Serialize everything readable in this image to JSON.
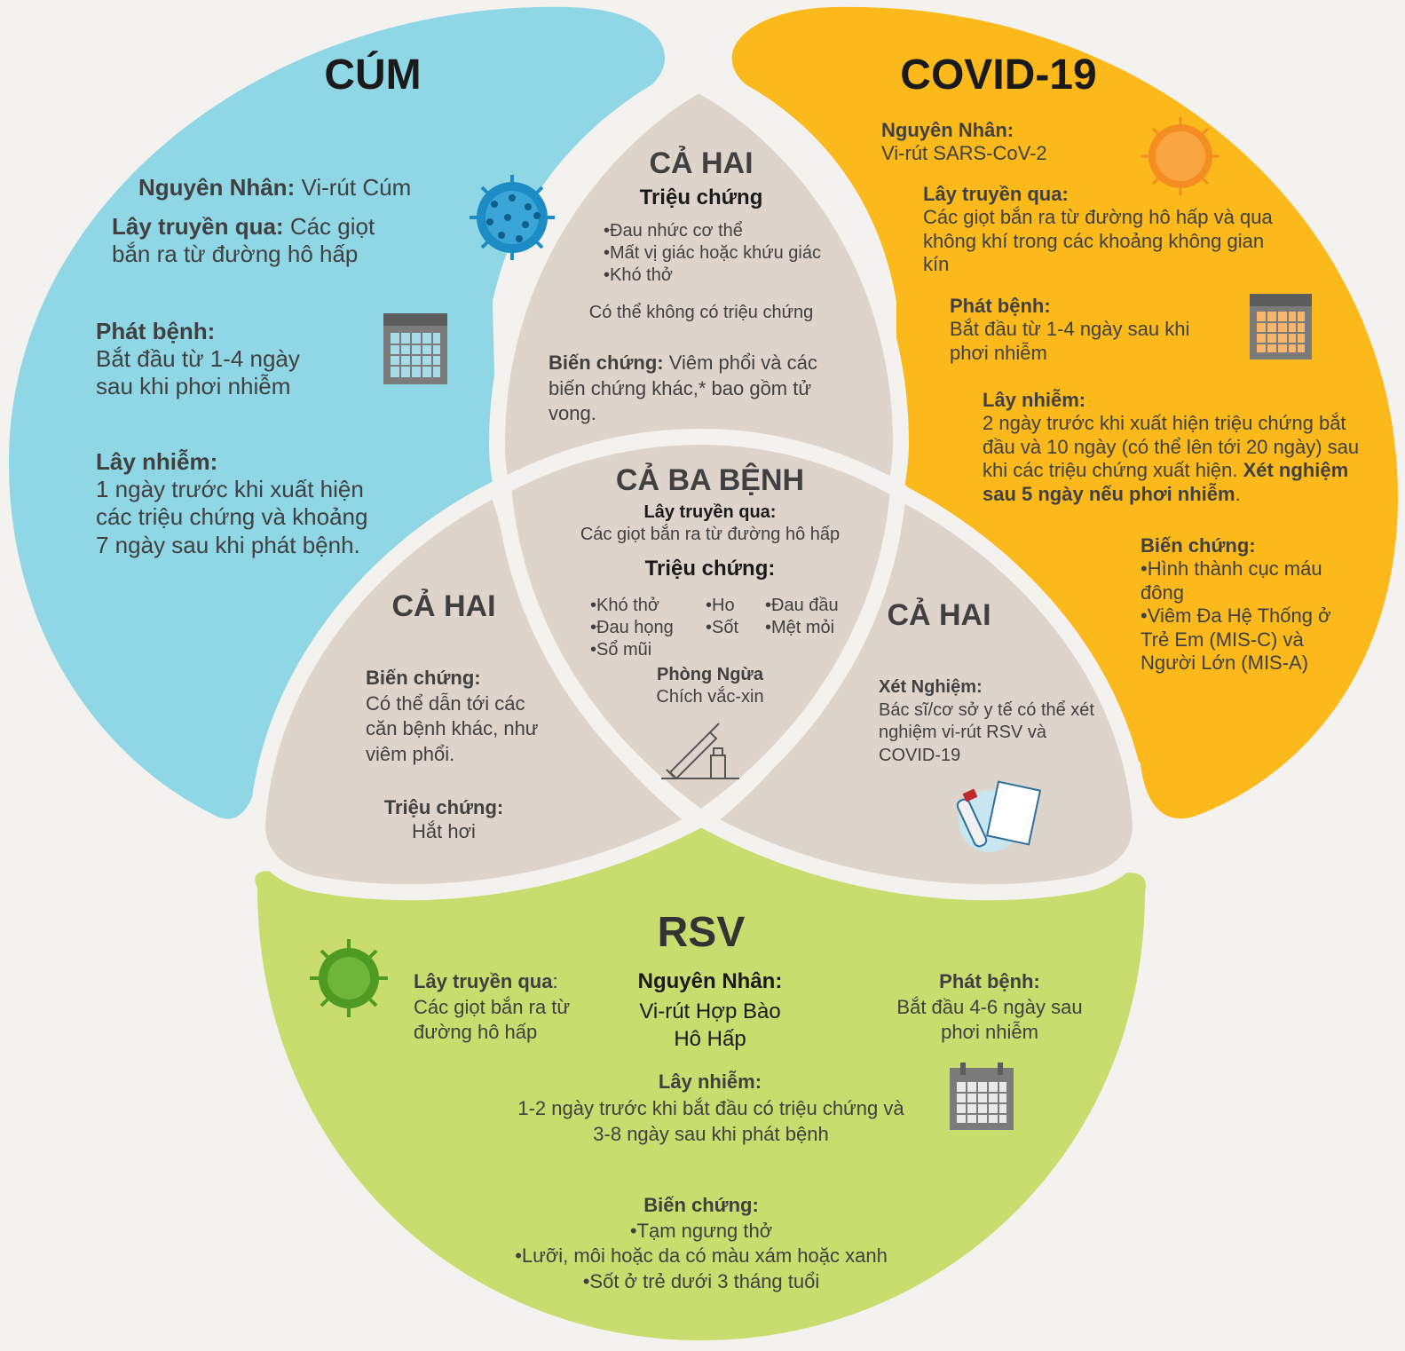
{
  "colors": {
    "background": "#f4f2ee",
    "flu": "#8fd7e5",
    "covid": "#fbb91b",
    "rsv": "#c8dd6e",
    "overlap": "#ddd5cc",
    "overlap_stroke": "#f4f2ee"
  },
  "flu": {
    "title": "CÚM",
    "cause_label": "Nguyên Nhân:",
    "cause_value": " Vi-rút Cúm",
    "transmission_label": "Lây truyền qua:",
    "transmission_value": " Các giọt bắn ra từ đường hô hấp",
    "onset_label": "Phát bệnh:",
    "onset_value": "Bắt đầu từ 1-4 ngày sau khi phơi nhiễm",
    "contagious_label": "Lây nhiễm:",
    "contagious_value": "1 ngày trước khi xuất hiện các triệu chứng và khoảng 7 ngày sau khi phát bệnh.",
    "icons": [
      "virus-icon",
      "calendar-icon"
    ]
  },
  "covid": {
    "title": "COVID-19",
    "cause_label": "Nguyên Nhân:",
    "cause_value": "Vi-rút SARS-CoV-2",
    "transmission_label": "Lây truyền qua:",
    "transmission_value": "Các giọt bắn ra từ đường hô hấp và qua không khí trong các khoảng không gian kín",
    "onset_label": "Phát bệnh:",
    "onset_value": "Bắt đầu từ 1-4 ngày sau khi phơi nhiễm",
    "contagious_label": "Lây nhiễm:",
    "contagious_value": "2 ngày trước khi xuất hiện triệu chứng bắt đầu và 10 ngày (có thể lên tới 20 ngày) sau khi các triệu chứng xuất hiện. ",
    "contagious_bold": "Xét nghiệm sau 5 ngày nếu phơi nhiễm",
    "contagious_end": ".",
    "complications_label": "Biến chứng:",
    "complications_items": [
      "•Hình thành cục máu đông",
      "•Viêm Đa Hệ Thống ở Trẻ Em (MIS-C) và Người Lớn (MIS-A)"
    ],
    "icons": [
      "virus-icon",
      "calendar-icon"
    ]
  },
  "flu_covid": {
    "title": "CẢ HAI",
    "symptoms_label": "Triệu chứng",
    "symptoms": [
      "•Đau nhức cơ thể",
      "•Mất vị giác hoặc khứu giác",
      "•Khó thở"
    ],
    "note": "Có thể không có triệu chứng",
    "complications_label": "Biến chứng:",
    "complications_value": " Viêm phổi và các biến chứng khác,* bao gồm tử vong."
  },
  "flu_rsv": {
    "title": "CẢ HAI",
    "complications_label": "Biến chứng:",
    "complications_value": "Có thể dẫn tới các căn bệnh khác, như viêm phổi.",
    "symptoms_label": "Triệu chứng:",
    "symptoms_value": "Hắt hơi"
  },
  "covid_rsv": {
    "title": "CẢ HAI",
    "testing_label": "Xét Nghiệm:",
    "testing_value": "Bác sĩ/cơ sở y tế có thể xét nghiệm vi-rút RSV và COVID-19",
    "icons": [
      "test-tube-report-icon"
    ]
  },
  "all_three": {
    "title": "CẢ BA BỆNH",
    "transmission_label": "Lây truyền qua:",
    "transmission_value": "Các giọt bắn ra từ đường hô hấp",
    "symptoms_label": "Triệu chứng:",
    "symptoms_col1": [
      "•Khó thở",
      "•Đau họng",
      "•Sổ mũi"
    ],
    "symptoms_col2": [
      "•Ho",
      "•Sốt"
    ],
    "symptoms_col3": [
      "•Đau đầu",
      "•Mệt mỏi"
    ],
    "prevention_label": "Phòng Ngừa",
    "prevention_value": "Chích vắc-xin",
    "icons": [
      "syringe-vial-icon"
    ]
  },
  "rsv": {
    "title": "RSV",
    "transmission_label": "Lây truyền qua",
    "transmission_colon": ":",
    "transmission_value": "Các giọt bắn ra từ đường hô hấp",
    "cause_label": "Nguyên Nhân:",
    "cause_value": "Vi-rút Hợp Bào Hô Hấp",
    "onset_label": "Phát bệnh:",
    "onset_value": "Bắt đầu 4-6 ngày sau phơi nhiễm",
    "contagious_label": "Lây nhiễm:",
    "contagious_value": "1-2 ngày trước khi bắt đầu có triệu chứng và 3-8 ngày sau khi phát bệnh",
    "complications_label": "Biến chứng:",
    "complications_items": [
      "•Tạm ngưng thở",
      "•Lưỡi, môi hoặc da có màu xám hoặc xanh",
      "•Sốt ở trẻ dưới 3 tháng tuổi"
    ],
    "icons": [
      "virus-icon",
      "calendar-icon"
    ]
  }
}
